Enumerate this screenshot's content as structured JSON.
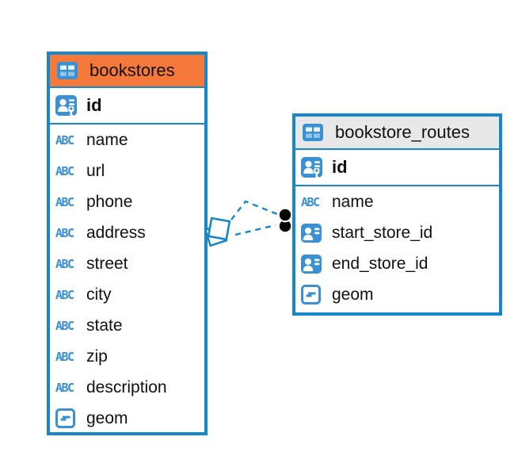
{
  "tables": [
    {
      "name": "bookstores",
      "header_color": "#F5793B",
      "columns": [
        {
          "label": "id",
          "type": "primary-key"
        },
        {
          "label": "name",
          "type": "text"
        },
        {
          "label": "url",
          "type": "text"
        },
        {
          "label": "phone",
          "type": "text"
        },
        {
          "label": "address",
          "type": "text"
        },
        {
          "label": "street",
          "type": "text"
        },
        {
          "label": "city",
          "type": "text"
        },
        {
          "label": "state",
          "type": "text"
        },
        {
          "label": "zip",
          "type": "text"
        },
        {
          "label": "description",
          "type": "text"
        },
        {
          "label": "geom",
          "type": "object"
        }
      ]
    },
    {
      "name": "bookstore_routes",
      "header_color": "#E8E8E8",
      "columns": [
        {
          "label": "id",
          "type": "primary-key"
        },
        {
          "label": "name",
          "type": "text"
        },
        {
          "label": "start_store_id",
          "type": "foreign-key"
        },
        {
          "label": "end_store_id",
          "type": "foreign-key"
        },
        {
          "label": "geom",
          "type": "object"
        }
      ]
    }
  ],
  "connector": {
    "style": "dashed",
    "line_count": 2
  },
  "abc_icon_label": "ABC",
  "colors": {
    "accent_blue": "#1787C9",
    "icon_blue": "#3990D2",
    "orange_header": "#F5793B",
    "gray_header": "#E8E8E8",
    "text": "#111111",
    "connector_dot": "#000000"
  }
}
